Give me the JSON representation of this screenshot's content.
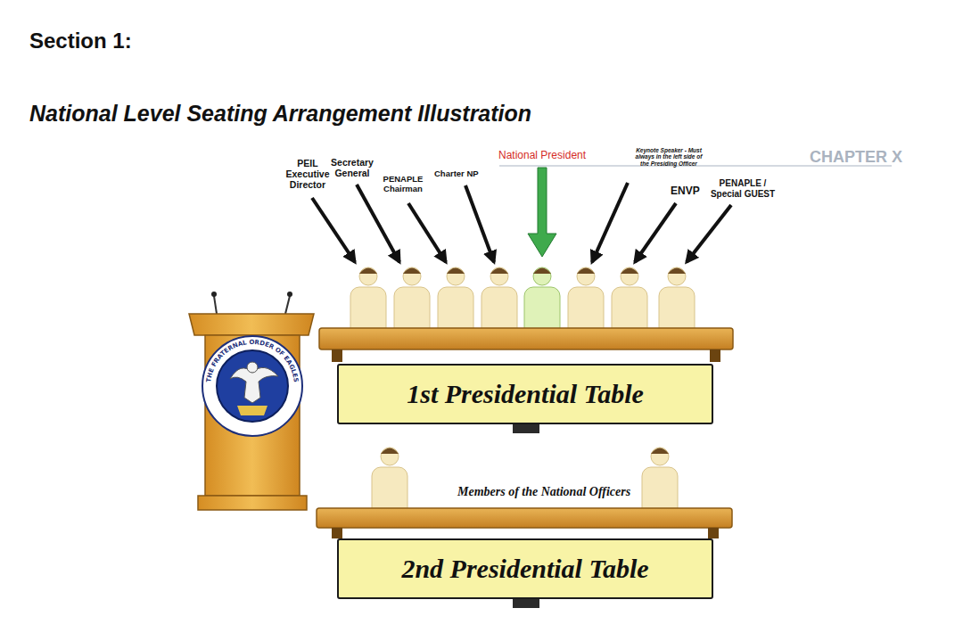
{
  "diagram": {
    "title": "Section 1:",
    "nodes": [
      {
        "text": [
          "1st Presidential Table"
        ]
      },
      {
        "text": [
          "2nd Presidential Table"
        ]
      }
    ],
    "labels": [
      "National Level Seating Arrangement Illustration",
      "CHAPTER X",
      "PEIL Executive Director",
      "Secretary General",
      "PENAPLE Chairman",
      "Charter NP",
      "National President",
      "Keynote Speaker - Must always in the left side of the Presiding Officer",
      "ENVP",
      "PENAPLE / Special GUEST",
      "THE FRATERNAL ORDER OF EAGLES",
      "Members of the National Officers"
    ]
  }
}
